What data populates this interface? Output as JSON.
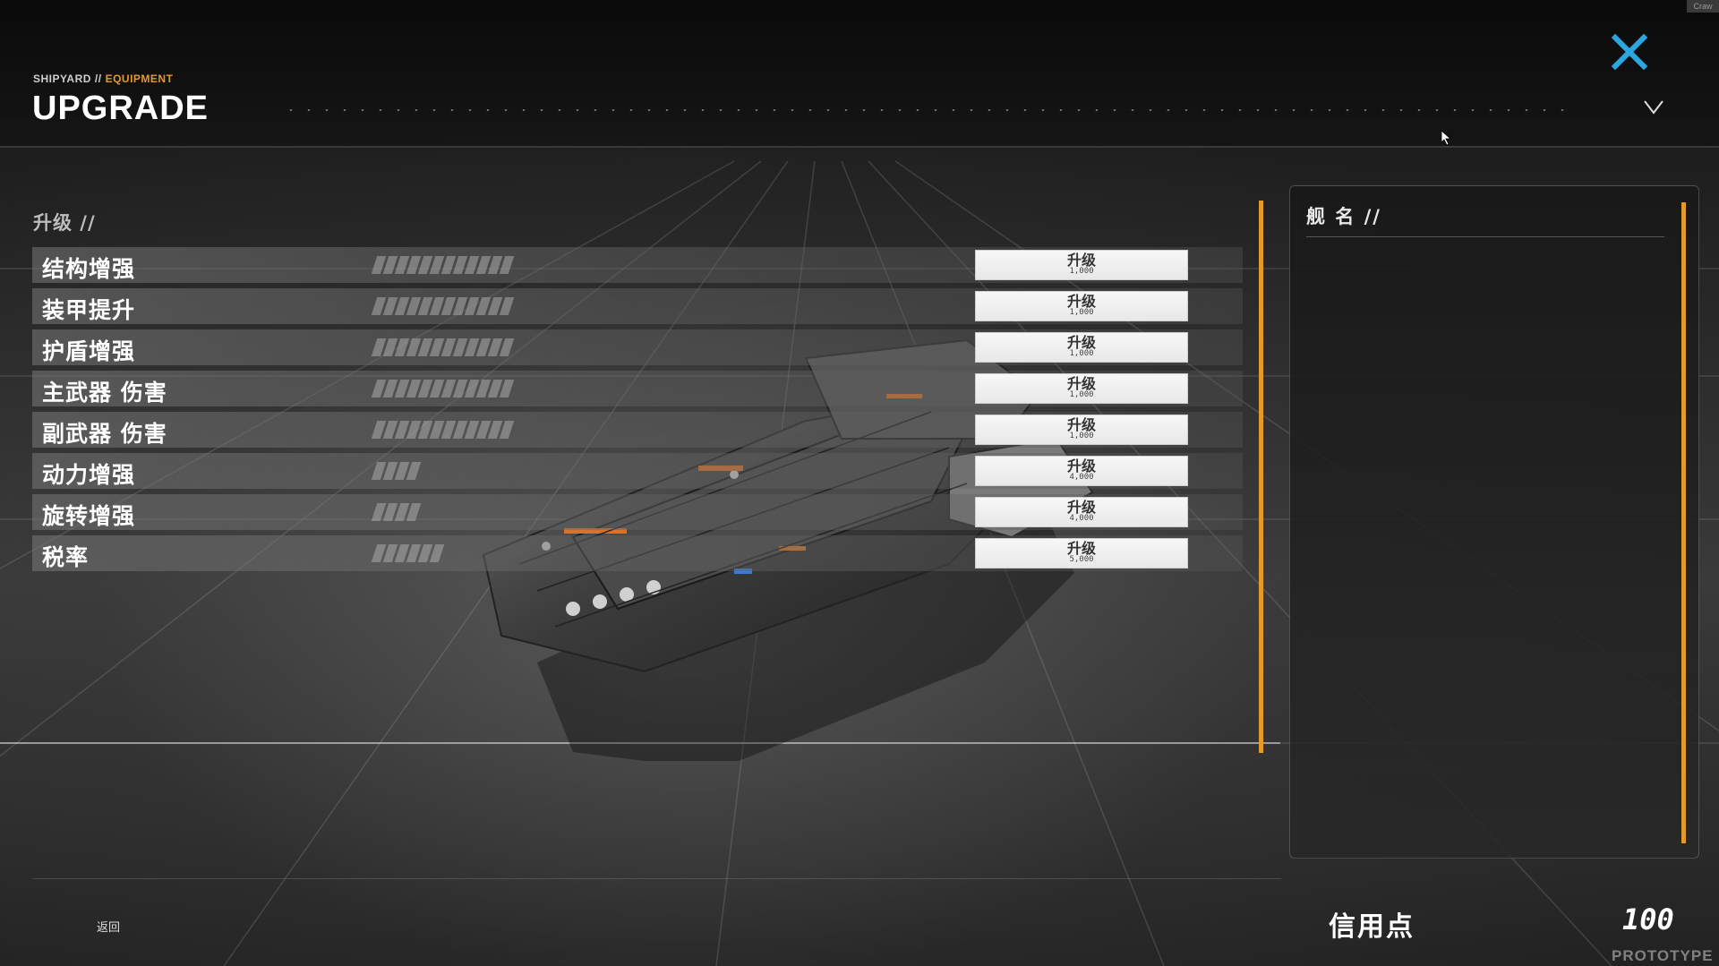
{
  "header": {
    "breadcrumb_base": "SHIPYARD",
    "breadcrumb_sep": "//",
    "breadcrumb_active": "EQUIPMENT",
    "title": "UPGRADE",
    "corner_tag": "Craw"
  },
  "upgrades": {
    "section_label": "升级 //",
    "button_label": "升级",
    "pip_total": 12,
    "items": [
      {
        "label": "结构增强",
        "filled": 12,
        "cost": "1,000"
      },
      {
        "label": "装甲提升",
        "filled": 12,
        "cost": "1,000"
      },
      {
        "label": "护盾增强",
        "filled": 12,
        "cost": "1,000"
      },
      {
        "label": "主武器 伤害",
        "filled": 12,
        "cost": "1,000"
      },
      {
        "label": "副武器 伤害",
        "filled": 12,
        "cost": "1,000"
      },
      {
        "label": "动力增强",
        "filled": 4,
        "cost": "4,000"
      },
      {
        "label": "旋转增强",
        "filled": 4,
        "cost": "4,000"
      },
      {
        "label": "税率",
        "filled": 6,
        "cost": "5,000"
      }
    ]
  },
  "ship_panel": {
    "title": "舰 名 //"
  },
  "footer": {
    "back_label": "返回",
    "credits_label": "信用点",
    "credits_value": "100",
    "watermark": "PROTOTYPE"
  },
  "colors": {
    "accent": "#e39a2b",
    "close": "#2aa6e0"
  },
  "icons": {
    "close": "close-icon",
    "dropdown": "chevron-down-icon",
    "cursor": "mouse-pointer-icon"
  }
}
